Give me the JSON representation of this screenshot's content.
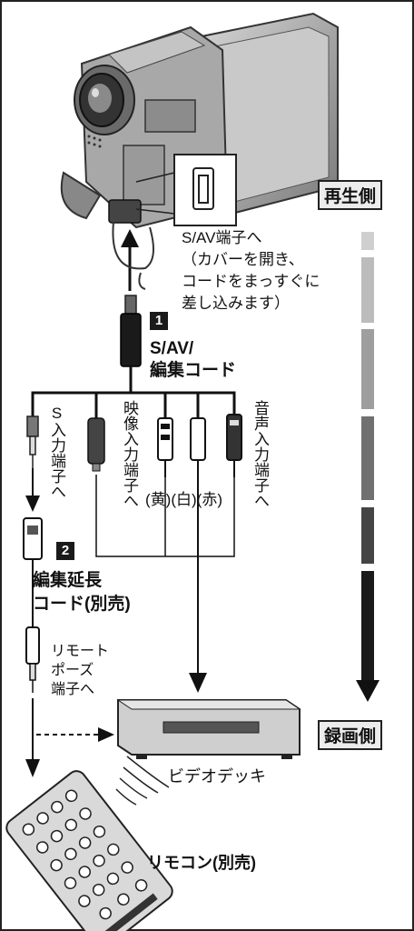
{
  "labels": {
    "playback_side": "再生側",
    "recording_side": "録画側",
    "sav_terminal_note": [
      "S/AV端子へ",
      "（カバーを開き、",
      "コードをまっすぐに",
      "差し込みます）"
    ],
    "step1": "1",
    "sav_cable": [
      "S/AV/",
      "編集コード"
    ],
    "s_input": "S入力端子へ",
    "video_input": "映像入力端子へ",
    "yellow": "(黄)",
    "white": "(白)",
    "red": "(赤)",
    "audio_input": "音声入力端子へ",
    "step2": "2",
    "extension_cable": [
      "編集延長",
      "コード(別売)"
    ],
    "remote_pause": [
      "リモート",
      "ポーズ",
      "端子へ"
    ],
    "vcr": "ビデオデッキ",
    "remote": "リモコン(別売)"
  },
  "colors": {
    "line": "#111111",
    "camera_body": "#9a9a9a",
    "gradient_light": "#bdbdbd",
    "gradient_dark": "#1a1a1a"
  }
}
